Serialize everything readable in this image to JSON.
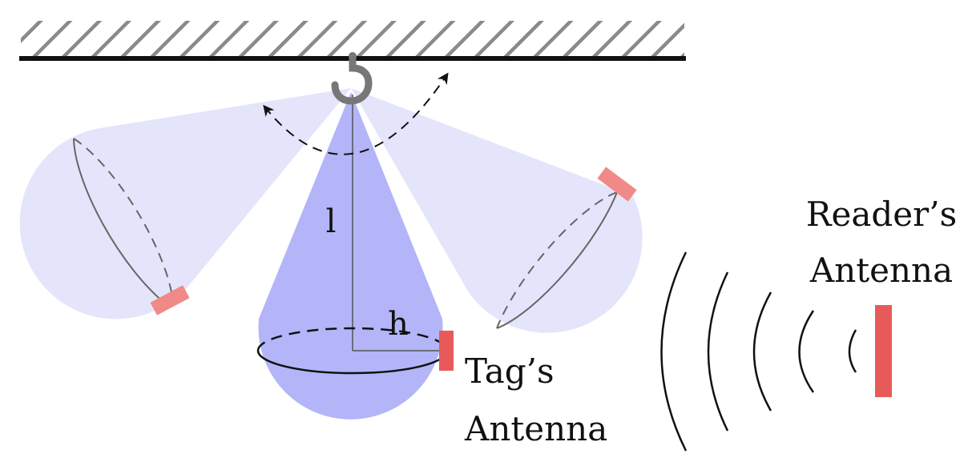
{
  "labels": {
    "length": "l",
    "radius": "h",
    "tag_line1": "Tag’s",
    "tag_line2": "Antenna",
    "reader_line1": "Reader’s",
    "reader_line2": "Antenna"
  },
  "icons": {
    "hook": "hook-icon"
  },
  "colors": {
    "center_cone": "#b3b5f8",
    "side_cone": "#e4e5fb",
    "tag_center": "#e85a5a",
    "tag_side": "#f08a88",
    "reader": "#e85a5a",
    "hook": "#777777",
    "ceiling_hatch": "#8a8a8a",
    "line": "#111111",
    "ellipse_side": "#666666"
  }
}
